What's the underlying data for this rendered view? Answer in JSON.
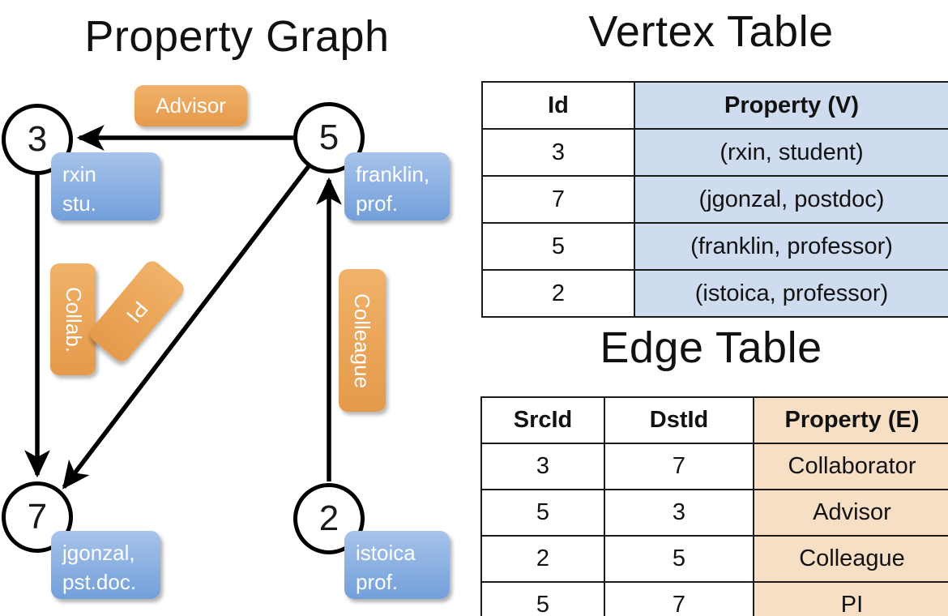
{
  "titles": {
    "property_graph": "Property Graph",
    "vertex_table": "Vertex Table",
    "edge_table": "Edge Table"
  },
  "graph": {
    "nodes": [
      {
        "id": "3",
        "property": "rxin\nstu."
      },
      {
        "id": "5",
        "property": "franklin,\nprof."
      },
      {
        "id": "7",
        "property": "jgonzal,\npst.doc."
      },
      {
        "id": "2",
        "property": "istoica\nprof."
      }
    ],
    "node_labels": {
      "n3": "3",
      "n5": "5",
      "n7": "7",
      "n2": "2"
    },
    "property_boxes": {
      "rxin_line1": "rxin",
      "rxin_line2": "stu.",
      "franklin_line1": "franklin,",
      "franklin_line2": "prof.",
      "jgonzal_line1": "jgonzal,",
      "jgonzal_line2": "pst.doc.",
      "istoica_line1": "istoica",
      "istoica_line2": "prof."
    },
    "edge_labels": {
      "advisor": "Advisor",
      "collab": "Collab.",
      "pi": "PI",
      "colleague": "Colleague"
    },
    "edges": [
      {
        "src": "5",
        "dst": "3",
        "label": "Advisor"
      },
      {
        "src": "3",
        "dst": "7",
        "label": "Collab."
      },
      {
        "src": "5",
        "dst": "7",
        "label": "PI"
      },
      {
        "src": "2",
        "dst": "5",
        "label": "Colleague"
      }
    ]
  },
  "vertex_table": {
    "headers": [
      "Id",
      "Property (V)"
    ],
    "rows": [
      {
        "id": "3",
        "property": "(rxin, student)"
      },
      {
        "id": "7",
        "property": "(jgonzal, postdoc)"
      },
      {
        "id": "5",
        "property": "(franklin, professor)"
      },
      {
        "id": "2",
        "property": "(istoica, professor)"
      }
    ]
  },
  "edge_table": {
    "headers": [
      "SrcId",
      "DstId",
      "Property (E)"
    ],
    "rows": [
      {
        "src": "3",
        "dst": "7",
        "property": "Collaborator"
      },
      {
        "src": "5",
        "dst": "3",
        "property": "Advisor"
      },
      {
        "src": "2",
        "dst": "5",
        "property": "Colleague"
      },
      {
        "src": "5",
        "dst": "7",
        "property": "PI"
      }
    ]
  },
  "colors": {
    "vertex_property_fill": "#cfdcef",
    "edge_property_fill": "#f7dfc5",
    "node_box_blue": "#8fb3e3",
    "edge_label_orange": "#eca85c",
    "stroke": "#000000",
    "background": "#ffffff"
  }
}
